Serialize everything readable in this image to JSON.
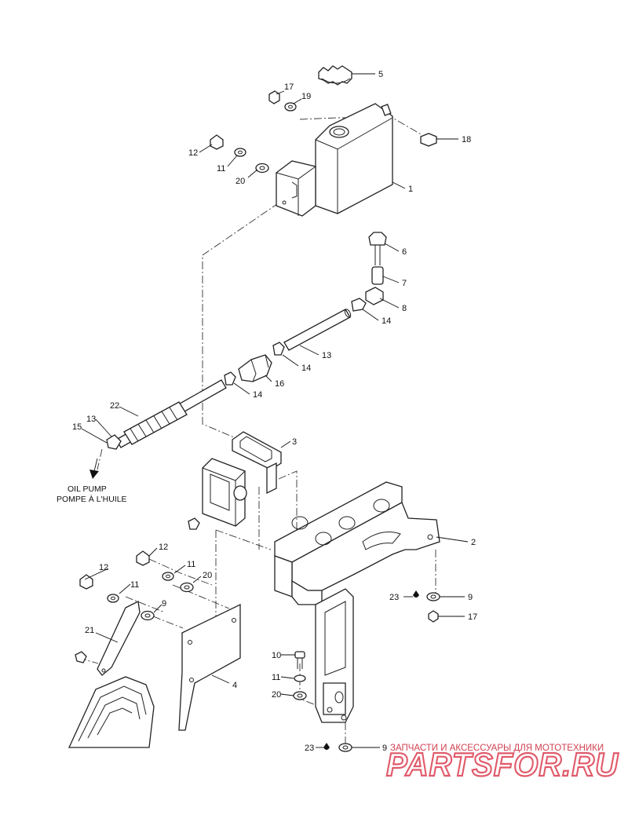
{
  "diagram": {
    "callouts": {
      "c5": "5",
      "c17a": "17",
      "c19": "19",
      "c18": "18",
      "c12a": "12",
      "c11a": "11",
      "c20a": "20",
      "c1": "1",
      "c6": "6",
      "c7": "7",
      "c8": "8",
      "c14a": "14",
      "c13a": "13",
      "c14b": "14",
      "c16": "16",
      "c14c": "14",
      "c22": "22",
      "c13b": "13",
      "c15": "15",
      "c3": "3",
      "c2": "2",
      "c12b": "12",
      "c11b": "11",
      "c12c": "12",
      "c20b": "20",
      "c11c": "11",
      "c9a": "9",
      "c23a": "23",
      "c9b": "9",
      "c17b": "17",
      "c21": "21",
      "c10": "10",
      "c11d": "11",
      "c20c": "20",
      "c4": "4",
      "c23b": "23",
      "c9c": "9"
    },
    "note_line1": "OIL PUMP",
    "note_line2": "POMPE À L'HUILE"
  },
  "watermark": {
    "caption": "ЗАПЧАСТИ И АКСЕССУАРЫ ДЛЯ МОТОТЕХНИКИ",
    "brand": "PARTSFOR.RU"
  }
}
